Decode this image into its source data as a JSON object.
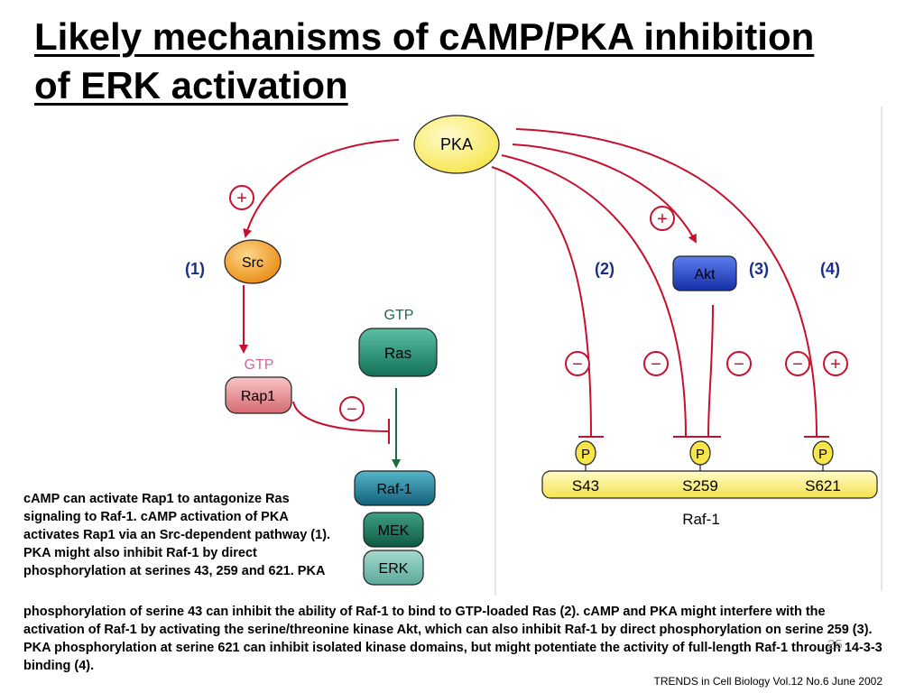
{
  "title": {
    "line1": "Likely mechanisms of cAMP/PKA inhibition",
    "line2": "of ERK activation"
  },
  "diagram": {
    "nodes": {
      "pka": "PKA",
      "src": "Src",
      "rap1": "Rap1",
      "ras": "Ras",
      "raf1": "Raf-1",
      "mek": "MEK",
      "erk": "ERK",
      "akt": "Akt",
      "raf1_bar": "Raf-1"
    },
    "gtp_labels": {
      "rap1_gtp": "GTP",
      "ras_gtp": "GTP"
    },
    "pathway_labels": {
      "p1": "(1)",
      "p2": "(2)",
      "p3": "(3)",
      "p4": "(4)"
    },
    "sites": {
      "s43": "S43",
      "s259": "S259",
      "s621": "S621"
    },
    "phospho": {
      "p_s43": "P",
      "p_s259": "P",
      "p_s621": "P"
    },
    "signs": {
      "plus_src": "+",
      "minus_rap1": "−",
      "plus_akt": "+",
      "minus_s43": "−",
      "minus_s259_pka": "−",
      "minus_s259_akt": "−",
      "minus_s621": "−",
      "plus_s621": "+"
    },
    "colors": {
      "arrow_red": "#c8102e",
      "arrow_green": "#1a6e3e",
      "pka_yellow": "#fff27a",
      "src_orange": "#f4a01e",
      "rap1_pink": "#e58a8e",
      "ras_teal": "#1f8a72",
      "akt_blue": "#1f3fc0",
      "raf_bar_yellow": "#fff27a",
      "gtp_pink": "#c76b9c",
      "gtp_green": "#1a6e3e"
    }
  },
  "text": {
    "para1": "cAMP can activate Rap1 to antagonize Ras signaling to Raf-1. cAMP activation of PKA activates Rap1 via an Src-dependent pathway (1).  PKA might also inhibit Raf-1 by direct phosphorylation at serines 43, 259 and 621.  PKA",
    "para2": "phosphorylation of serine 43 can inhibit the ability of Raf-1 to bind to GTP-loaded Ras (2). cAMP and PKA might interfere with the activation of Raf-1 by activating the serine/threonine kinase Akt, which can also inhibit Raf-1 by direct phosphorylation on serine 259 (3). PKA phosphorylation at serine 621 can inhibit isolated kinase domains, but might potentiate the activity of full-length Raf-1 through 14-3-3 binding (4).",
    "slide_number": "25",
    "citation": "TRENDS in Cell Biology Vol.12 No.6 June 2002"
  }
}
